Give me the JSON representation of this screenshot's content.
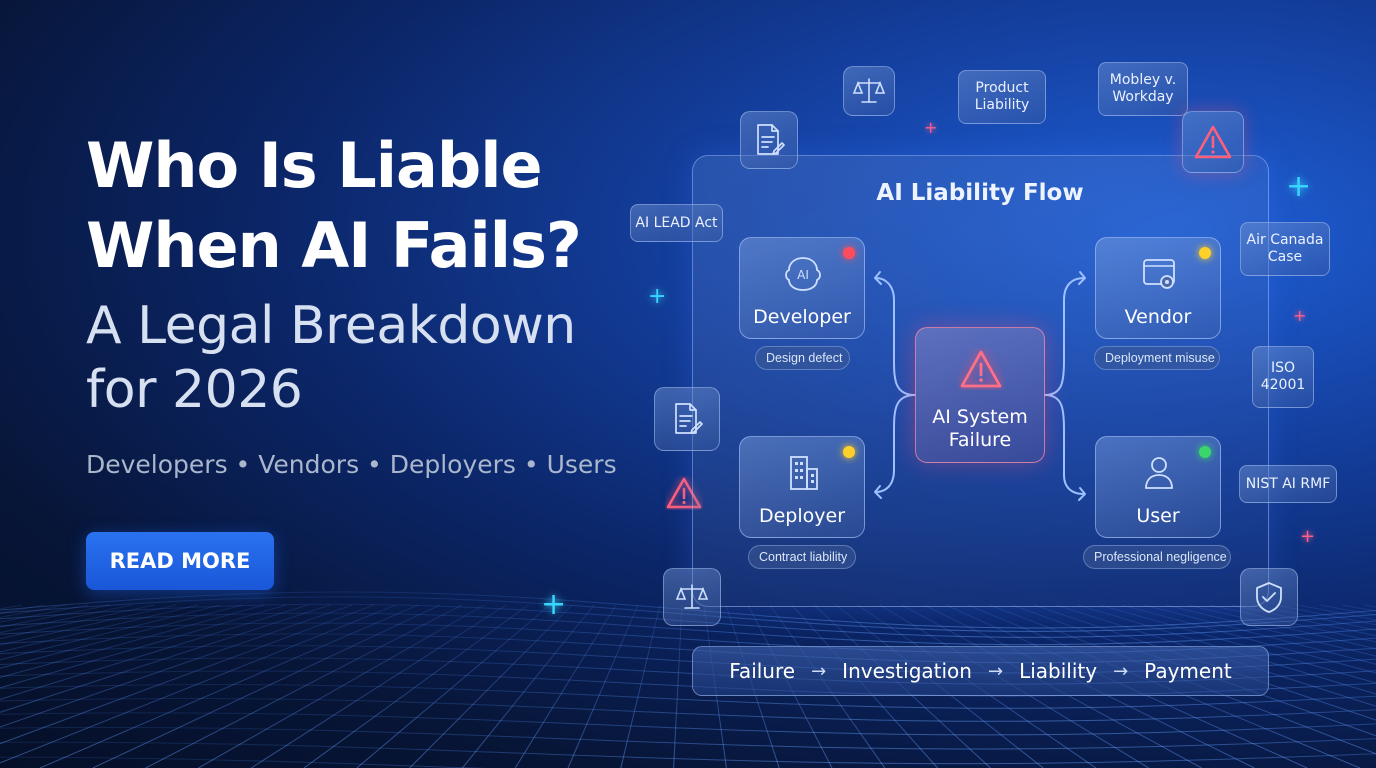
{
  "hero": {
    "title_line1": "Who Is Liable",
    "title_line2": "When AI Fails?",
    "subtitle_line1": "A Legal Breakdown",
    "subtitle_line2": "for 2026",
    "roles": "Developers • Vendors • Deployers • Users",
    "cta_label": "READ MORE"
  },
  "diagram": {
    "title": "AI Liability Flow",
    "center": {
      "line1": "AI System",
      "line2": "Failure",
      "icon": "warning-icon"
    },
    "nodes": {
      "developer": {
        "label": "Developer",
        "pill": "Design defect",
        "icon": "ai-brain-icon",
        "status_color": "#ff4d5e"
      },
      "vendor": {
        "label": "Vendor",
        "pill": "Deployment misuse",
        "icon": "browser-gear-icon",
        "status_color": "#ffd02a"
      },
      "deployer": {
        "label": "Deployer",
        "pill": "Contract liability",
        "icon": "building-icon",
        "status_color": "#ffd02a"
      },
      "user": {
        "label": "User",
        "pill": "Professional negligence",
        "icon": "user-icon",
        "status_color": "#3ad66b"
      }
    },
    "flow": [
      "Failure",
      "Investigation",
      "Liability",
      "Payment"
    ],
    "flow_arrow": "→"
  },
  "tags": {
    "ai_lead_act": "AI LEAD Act",
    "product_liability_1": "Product",
    "product_liability_2": "Liability",
    "mobley_1": "Mobley v.",
    "mobley_2": "Workday",
    "air_canada_1": "Air Canada",
    "air_canada_2": "Case",
    "iso_1": "ISO",
    "iso_2": "42001",
    "nist": "NIST AI RMF"
  },
  "colors": {
    "accent": "#1f5fe0",
    "danger": "#ff4d6a",
    "cyan": "#38d6ff"
  }
}
